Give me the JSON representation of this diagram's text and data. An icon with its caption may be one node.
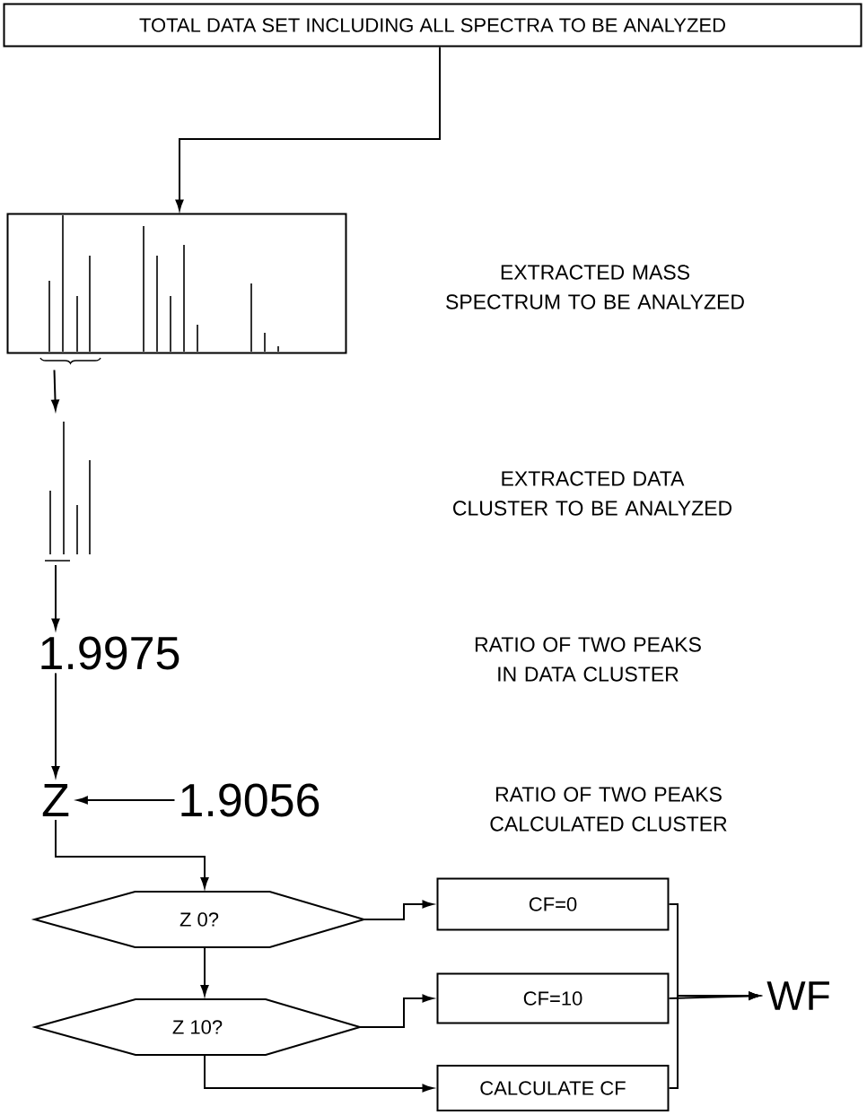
{
  "diagram": {
    "nodes": [
      {
        "text": [
          "TOTAL DATA SET INCLUDING ALL SPECTRA TO BE ANALYZED"
        ]
      },
      {
        "text": [],
        "shape": "picture"
      },
      {
        "text": [],
        "shape": "picture"
      },
      {
        "text": [
          "1.9975"
        ]
      },
      {
        "text": [
          "Z"
        ]
      },
      {
        "text": [
          "1.9056"
        ]
      },
      {
        "text": [
          "Z 0?"
        ]
      },
      {
        "text": [
          "Z 10?"
        ]
      },
      {
        "text": [
          "CF=0"
        ]
      },
      {
        "text": [
          "CF=10"
        ]
      },
      {
        "text": [
          "CALCULATE CF"
        ]
      },
      {
        "text": [
          "WF"
        ]
      }
    ],
    "edges": [
      {
        "from": 0,
        "to": 1,
        "arrow": "to"
      },
      {
        "from": 1,
        "to": 2,
        "arrow": "to"
      },
      {
        "from": 2,
        "to": 3,
        "arrow": "to"
      },
      {
        "from": 3,
        "to": 4,
        "arrow": "to"
      },
      {
        "from": 5,
        "to": 4,
        "arrow": "to"
      },
      {
        "from": 4,
        "to": 6,
        "arrow": "to"
      },
      {
        "from": 6,
        "to": 8,
        "arrow": "to"
      },
      {
        "from": 6,
        "to": 7,
        "arrow": "to"
      },
      {
        "from": 7,
        "to": 9,
        "arrow": "to"
      },
      {
        "from": 7,
        "to": 10,
        "arrow": "to"
      },
      {
        "from": 8,
        "to": 11,
        "arrow": "to"
      },
      {
        "from": 9,
        "to": 11,
        "arrow": "to"
      },
      {
        "from": 10,
        "to": 11,
        "arrow": "to"
      }
    ],
    "labels": [
      "EXTRACTED MASS SPECTRUM TO BE ANALYZED",
      "EXTRACTED DATA CLUSTER TO BE ANALYZED",
      "RATIO OF TWO PEAKS IN DATA CLUSTER",
      "RATIO OF TWO PEAKS CALCULATED CLUSTER"
    ]
  }
}
